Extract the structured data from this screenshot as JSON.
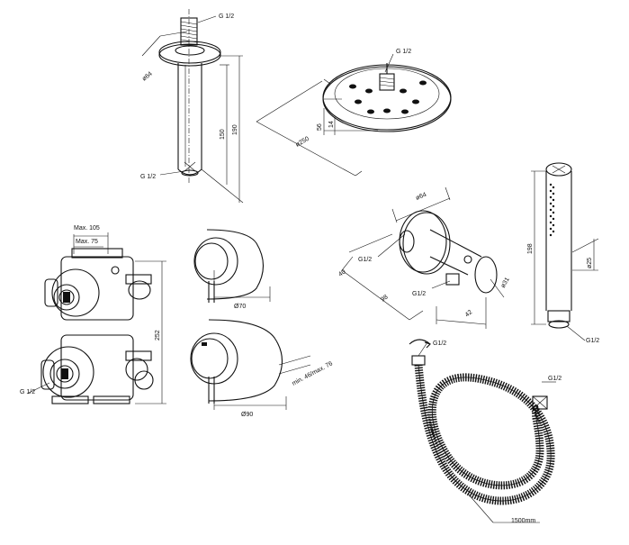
{
  "ceiling_arm": {
    "thread_top": "G 1/2",
    "thread_bottom": "G 1/2",
    "flange_diameter": "ø64",
    "tube_length": "150",
    "overall_length": "190"
  },
  "rain_head": {
    "thread": "G 1/2",
    "diameter": "ø250",
    "depth_a": "56",
    "depth_b": "14"
  },
  "wall_elbow": {
    "flange_diameter": "ø64",
    "thread_wall": "G1/2",
    "thread_outlet": "G1/2",
    "depth": "40",
    "length": "98",
    "outlet_diameter": "ø31",
    "outlet_offset": "42"
  },
  "hand_shower": {
    "length": "198",
    "diameter": "ø25",
    "thread": "G1/2"
  },
  "valve_body": {
    "max_a": "Max. 105",
    "max_b": "Max. 75",
    "height": "252",
    "thread": "G 1/2"
  },
  "trim_small": {
    "diameter": "Ø70"
  },
  "trim_large": {
    "diameter": "Ø90",
    "range": "min. 46/max. 76"
  },
  "hose": {
    "thread_left": "G1/2",
    "thread_right": "G1/2",
    "length": "1500mm"
  }
}
